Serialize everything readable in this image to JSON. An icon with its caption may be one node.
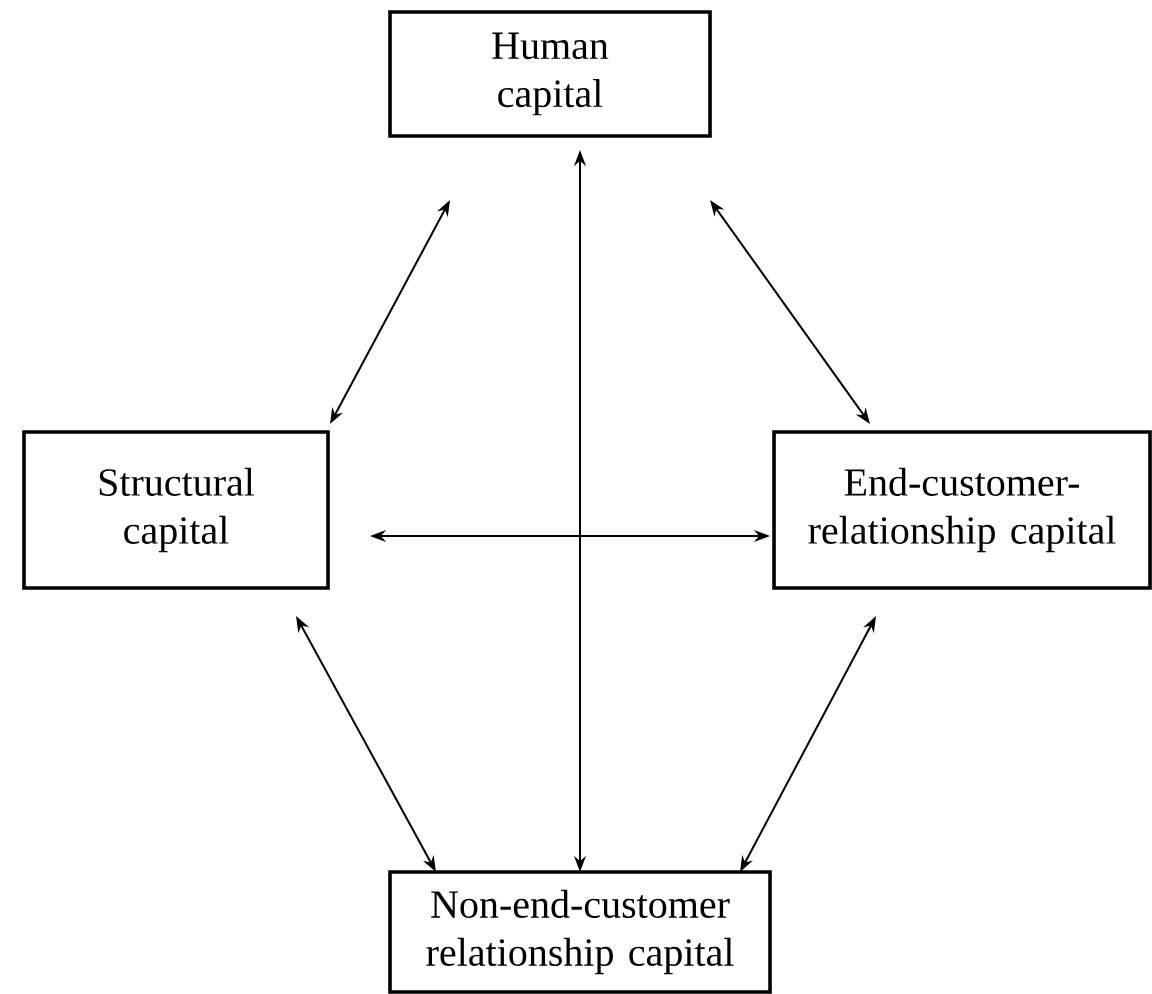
{
  "diagram": {
    "nodes": [
      {
        "text": [
          "Human capital"
        ]
      },
      {
        "text": [
          "Structural capital"
        ]
      },
      {
        "text": [
          "End-customer-relationship capital"
        ]
      },
      {
        "text": [
          "Non-end-customer relationship capital"
        ]
      }
    ],
    "edges": [
      {
        "from": 0,
        "to": 1,
        "arrow": "both"
      },
      {
        "from": 0,
        "to": 2,
        "arrow": "both"
      },
      {
        "from": 0,
        "to": 3,
        "arrow": "both"
      },
      {
        "from": 1,
        "to": 2,
        "arrow": "both"
      },
      {
        "from": 1,
        "to": 3,
        "arrow": "both"
      },
      {
        "from": 2,
        "to": 3,
        "arrow": "both"
      }
    ]
  }
}
